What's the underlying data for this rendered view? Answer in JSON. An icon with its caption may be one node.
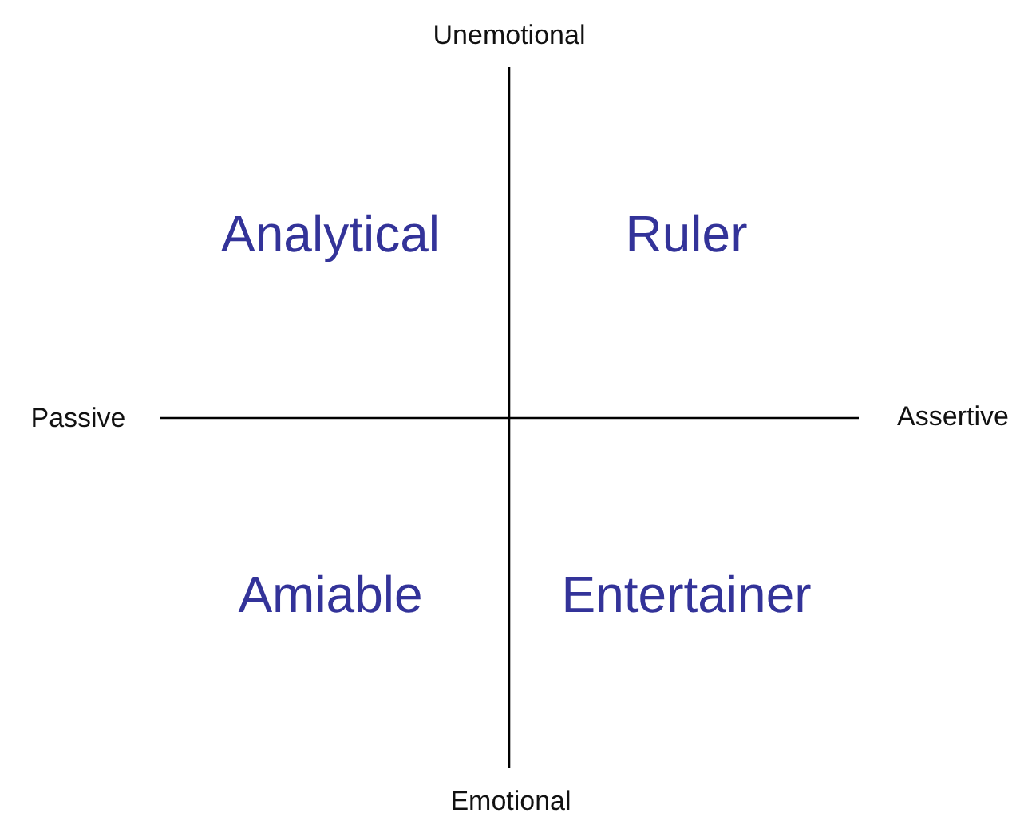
{
  "diagram": {
    "labels": [
      "Unemotional",
      "Analytical",
      "Ruler",
      "Passive",
      "Assertive",
      "Amiable",
      "Entertainer",
      "Emotional"
    ]
  }
}
